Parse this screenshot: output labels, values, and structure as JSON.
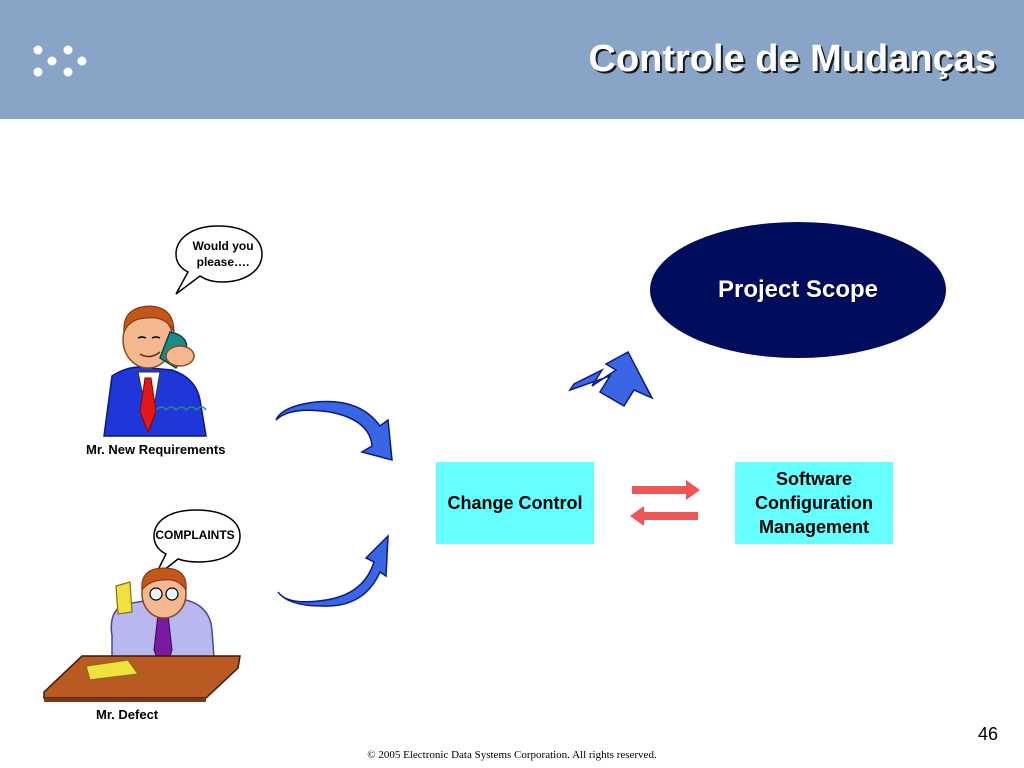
{
  "slide": {
    "title": "Controle de Mudanças",
    "page_number": "46",
    "footer": "© 2005 Electronic Data Systems Corporation. All rights reserved."
  },
  "diagram": {
    "bubble_1": "Would you please….",
    "bubble_2": "COMPLAINTS",
    "person_1_label": "Mr. New Requirements",
    "person_2_label": "Mr. Defect",
    "change_control": "Change Control",
    "scm": "Software Configuration Management",
    "project_scope": "Project Scope"
  },
  "colors": {
    "header_bg": "#88a4c6",
    "oval_bg": "#000d5c",
    "box_bg": "#66ffff",
    "blue_arrow": "#3a66e6",
    "red_arrow": "#ee5555"
  },
  "icons": [
    "logo-dots-icon",
    "man-on-phone-clipart",
    "man-at-desk-clipart",
    "curved-arrow",
    "double-arrow",
    "exchange-arrows"
  ]
}
